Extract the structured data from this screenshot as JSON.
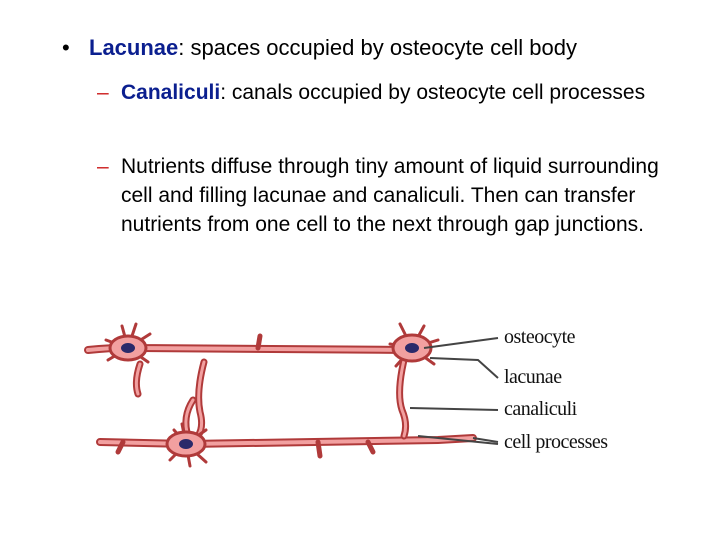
{
  "slide": {
    "bullets": [
      {
        "marker": "•",
        "term": "Lacunae",
        "rest": ": spaces occupied by osteocyte cell body",
        "sub_bullets": [
          {
            "marker": "–",
            "term": "Canaliculi",
            "rest": ": canals occupied by osteocyte cell processes"
          },
          {
            "marker": "–",
            "term": "",
            "rest": "Nutrients diffuse through tiny amount of liquid surrounding cell and filling lacunae and canaliculi. Then can transfer nutrients from one cell to the next through gap junctions."
          }
        ]
      }
    ]
  },
  "diagram": {
    "labels": {
      "osteocyte": "osteocyte",
      "lacunae": "lacunae",
      "canaliculi": "canaliculi",
      "cell_processes": "cell processes"
    }
  },
  "colors": {
    "term_blue": "#0b1f8f",
    "dash_red": "#cc2020",
    "process_fill": "#f2a0a0",
    "process_stroke": "#b03a3a",
    "nucleus": "#2a2a6a",
    "leader_line": "#444444"
  }
}
